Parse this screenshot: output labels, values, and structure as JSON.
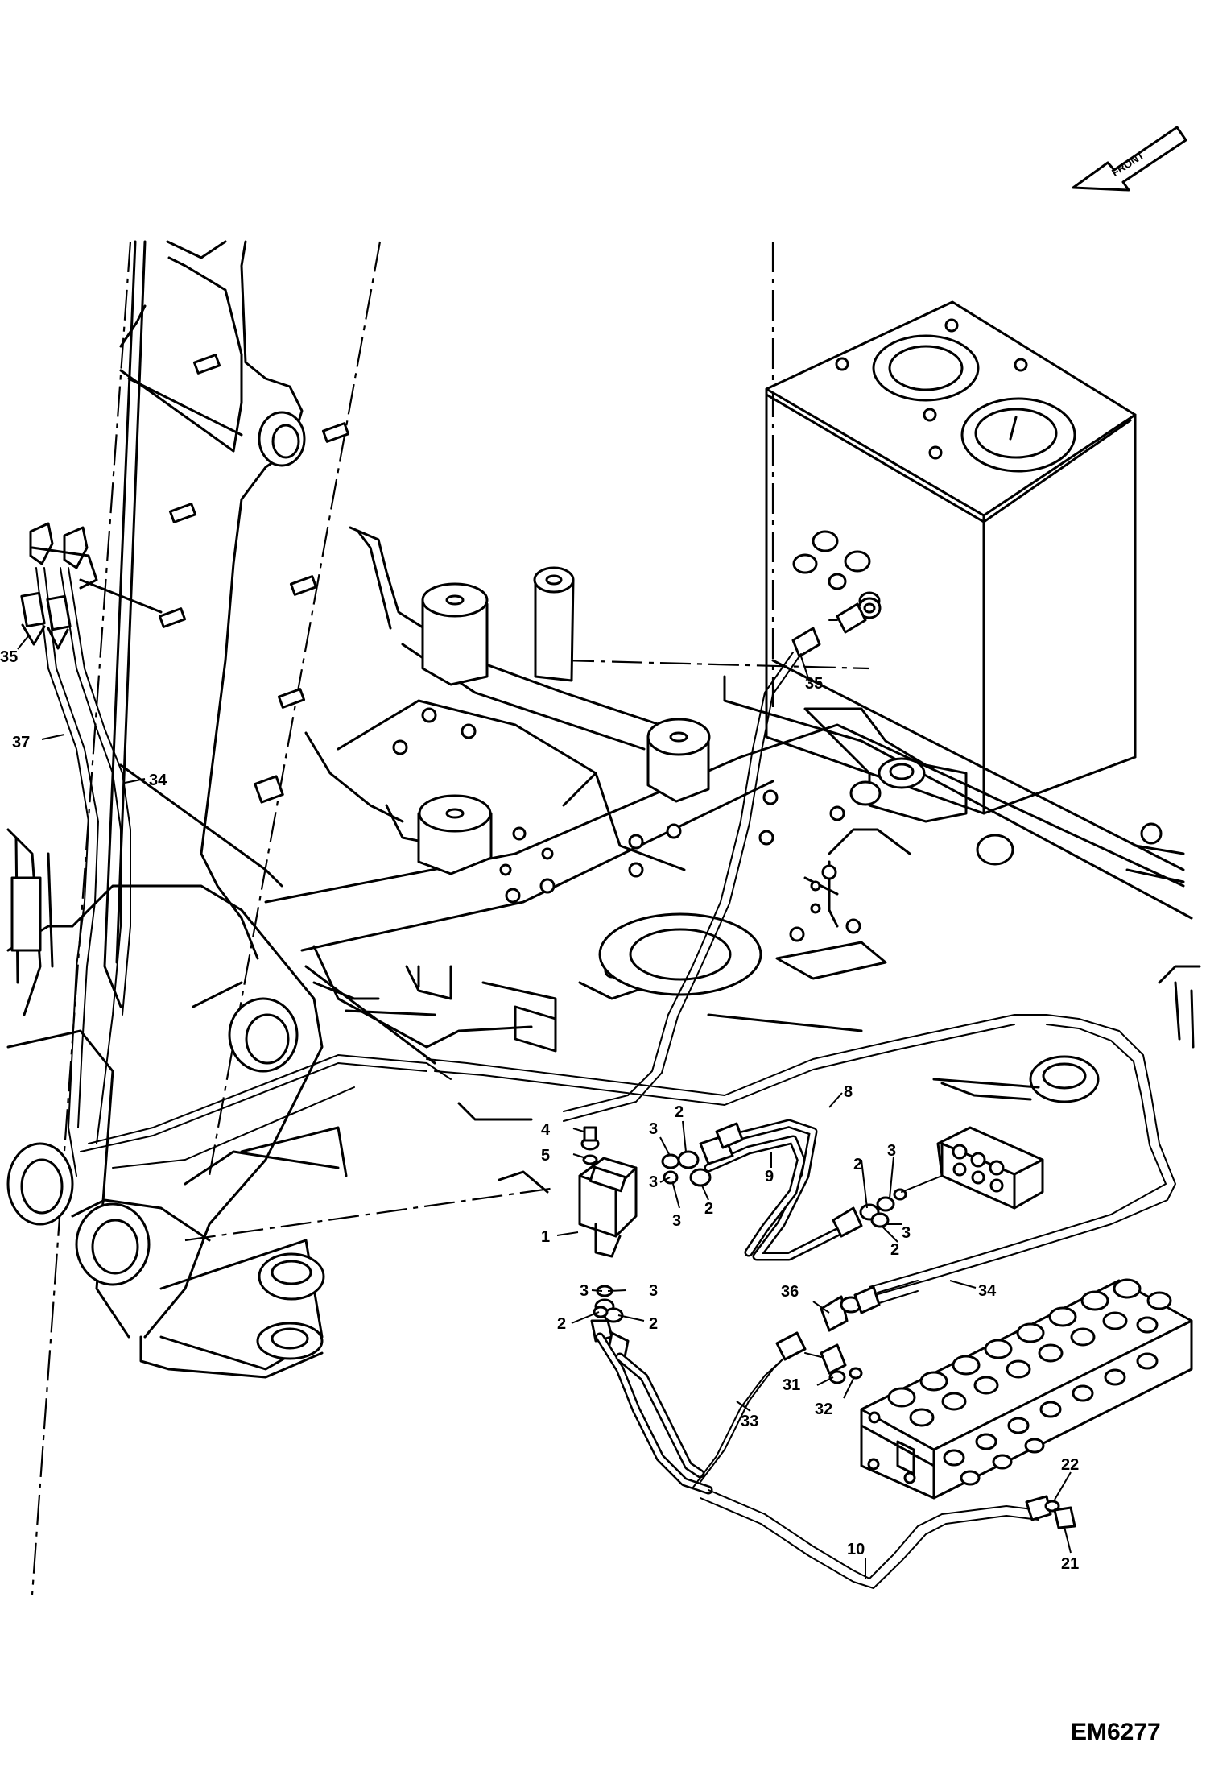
{
  "figure_code": "EM6277",
  "front_label": "FRONT",
  "callouts": [
    {
      "id": "c35a",
      "text": "35"
    },
    {
      "id": "c37",
      "text": "37"
    },
    {
      "id": "c34a",
      "text": "34"
    },
    {
      "id": "c35b",
      "text": "35"
    },
    {
      "id": "c8",
      "text": "8"
    },
    {
      "id": "c9",
      "text": "9"
    },
    {
      "id": "c4",
      "text": "4"
    },
    {
      "id": "c5",
      "text": "5"
    },
    {
      "id": "c1",
      "text": "1"
    },
    {
      "id": "c3a",
      "text": "3"
    },
    {
      "id": "c2a",
      "text": "2"
    },
    {
      "id": "c3b",
      "text": "3"
    },
    {
      "id": "c3c",
      "text": "3"
    },
    {
      "id": "c2b",
      "text": "2"
    },
    {
      "id": "c2c",
      "text": "2"
    },
    {
      "id": "c3d",
      "text": "3"
    },
    {
      "id": "c3e",
      "text": "3"
    },
    {
      "id": "c2d",
      "text": "2"
    },
    {
      "id": "c3f",
      "text": "3"
    },
    {
      "id": "c3g",
      "text": "3"
    },
    {
      "id": "c2e",
      "text": "2"
    },
    {
      "id": "c2f",
      "text": "2"
    },
    {
      "id": "c34b",
      "text": "34"
    },
    {
      "id": "c36",
      "text": "36"
    },
    {
      "id": "c31",
      "text": "31"
    },
    {
      "id": "c32",
      "text": "32"
    },
    {
      "id": "c33",
      "text": "33"
    },
    {
      "id": "c22",
      "text": "22"
    },
    {
      "id": "c21",
      "text": "21"
    },
    {
      "id": "c10",
      "text": "10"
    }
  ]
}
